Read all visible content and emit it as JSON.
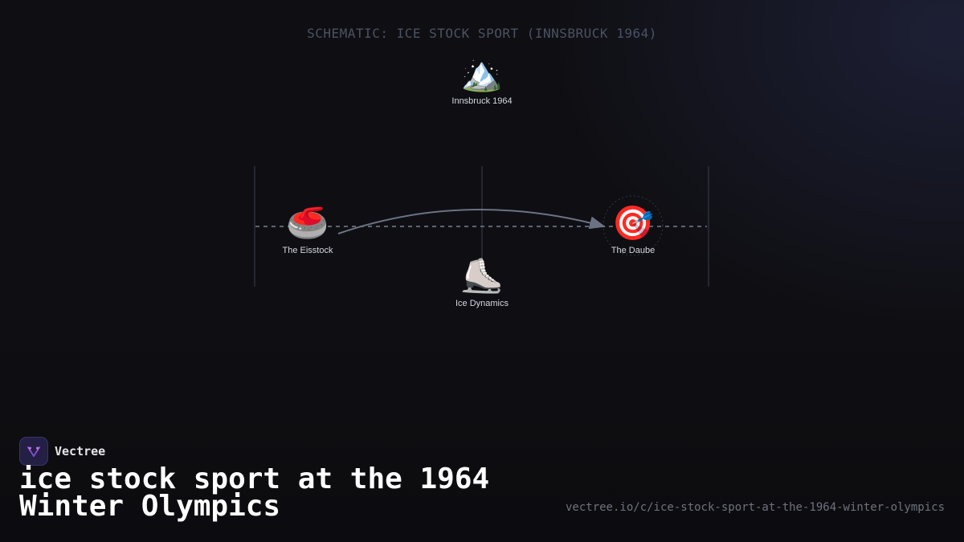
{
  "diagram": {
    "title": "SCHEMATIC: ICE STOCK SPORT (INNSBRUCK 1964)",
    "nodes": {
      "top": {
        "icon": "mountain-icon",
        "emoji": "🏔️",
        "label": "Innsbruck 1964"
      },
      "left": {
        "icon": "curling-stone-icon",
        "emoji": "🥌",
        "label": "The Eisstock"
      },
      "center": {
        "icon": "ice-skate-icon",
        "emoji": "⛸️",
        "label": "Ice Dynamics"
      },
      "right": {
        "icon": "target-icon",
        "emoji": "🎯",
        "label": "The Daube"
      }
    },
    "colors": {
      "line": "#5d6476",
      "dash": "#6b7284",
      "text": "#d5d7de"
    }
  },
  "branding": {
    "name": "Vectree",
    "logo_icon": "vectree-logo-icon",
    "headline": "ice stock sport at the 1964 Winter Olympics",
    "url": "vectree.io/c/ice-stock-sport-at-the-1964-winter-olympics"
  }
}
